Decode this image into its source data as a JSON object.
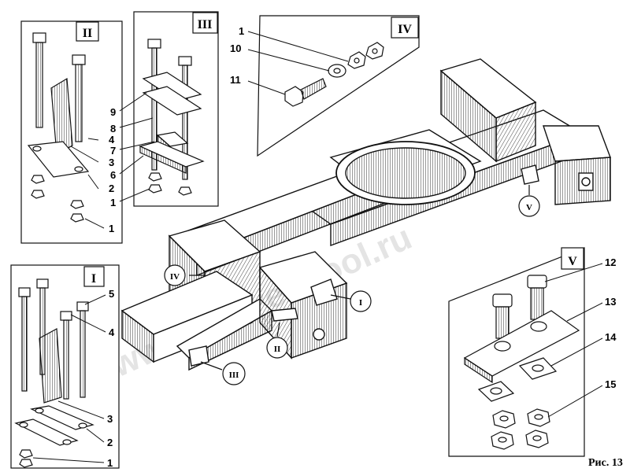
{
  "caption": "Рис. 13",
  "watermark": "www.inkwell-tool.ru",
  "views": {
    "I": {
      "title": "I",
      "labels": [
        "5",
        "4",
        "3",
        "2",
        "1"
      ]
    },
    "II": {
      "title": "II",
      "labels": [
        "4",
        "3",
        "2",
        "1"
      ]
    },
    "III": {
      "title": "III",
      "labels": [
        "9",
        "8",
        "7",
        "6",
        "1"
      ]
    },
    "IV": {
      "title": "IV",
      "labels": [
        "1",
        "10",
        "11"
      ]
    },
    "V": {
      "title": "V",
      "labels": [
        "12",
        "13",
        "14",
        "15"
      ]
    }
  },
  "callouts": [
    "IV",
    "I",
    "II",
    "III",
    "V"
  ],
  "colors": {
    "ink": "#111111",
    "paper": "#ffffff",
    "hatch": "#555555"
  }
}
